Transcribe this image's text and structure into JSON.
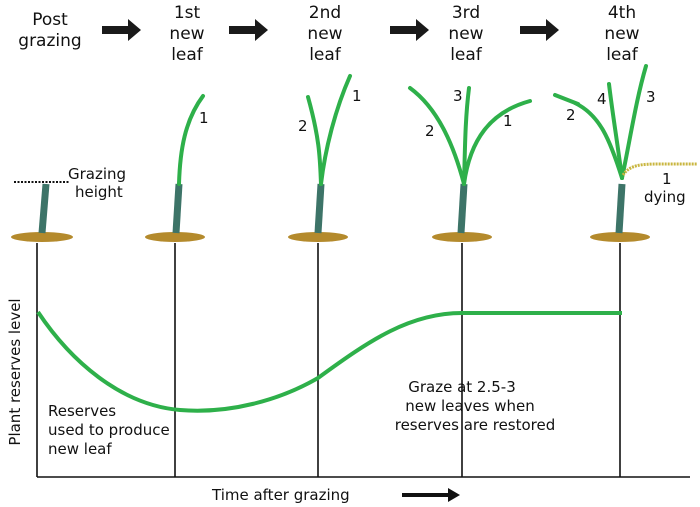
{
  "stages": [
    {
      "lines": [
        "Post",
        "grazing"
      ]
    },
    {
      "lines": [
        "1st",
        "new",
        "leaf"
      ]
    },
    {
      "lines": [
        "2nd",
        "new",
        "leaf"
      ]
    },
    {
      "lines": [
        "3rd",
        "new",
        "leaf"
      ]
    },
    {
      "lines": [
        "4th",
        "new",
        "leaf"
      ]
    }
  ],
  "grazing_height": [
    "Grazing",
    "height"
  ],
  "leaf_numbers": {
    "s1": [
      "1"
    ],
    "s2": [
      "2",
      "1"
    ],
    "s3": [
      "3",
      "2",
      "1"
    ],
    "s4": [
      "4",
      "3",
      "2",
      "1"
    ]
  },
  "dying": "dying",
  "y_axis_label": "Plant reserves level",
  "x_axis_label": "Time after grazing",
  "annotation_left": [
    "Reserves",
    "used to produce",
    "new leaf"
  ],
  "annotation_right": [
    "Graze at 2.5-3",
    "new leaves when",
    "reserves are restored"
  ],
  "colors": {
    "leaf": "#2eb04a",
    "stem": "#3d7468",
    "soil": "#b48a2c",
    "dying": "#c9b640"
  }
}
